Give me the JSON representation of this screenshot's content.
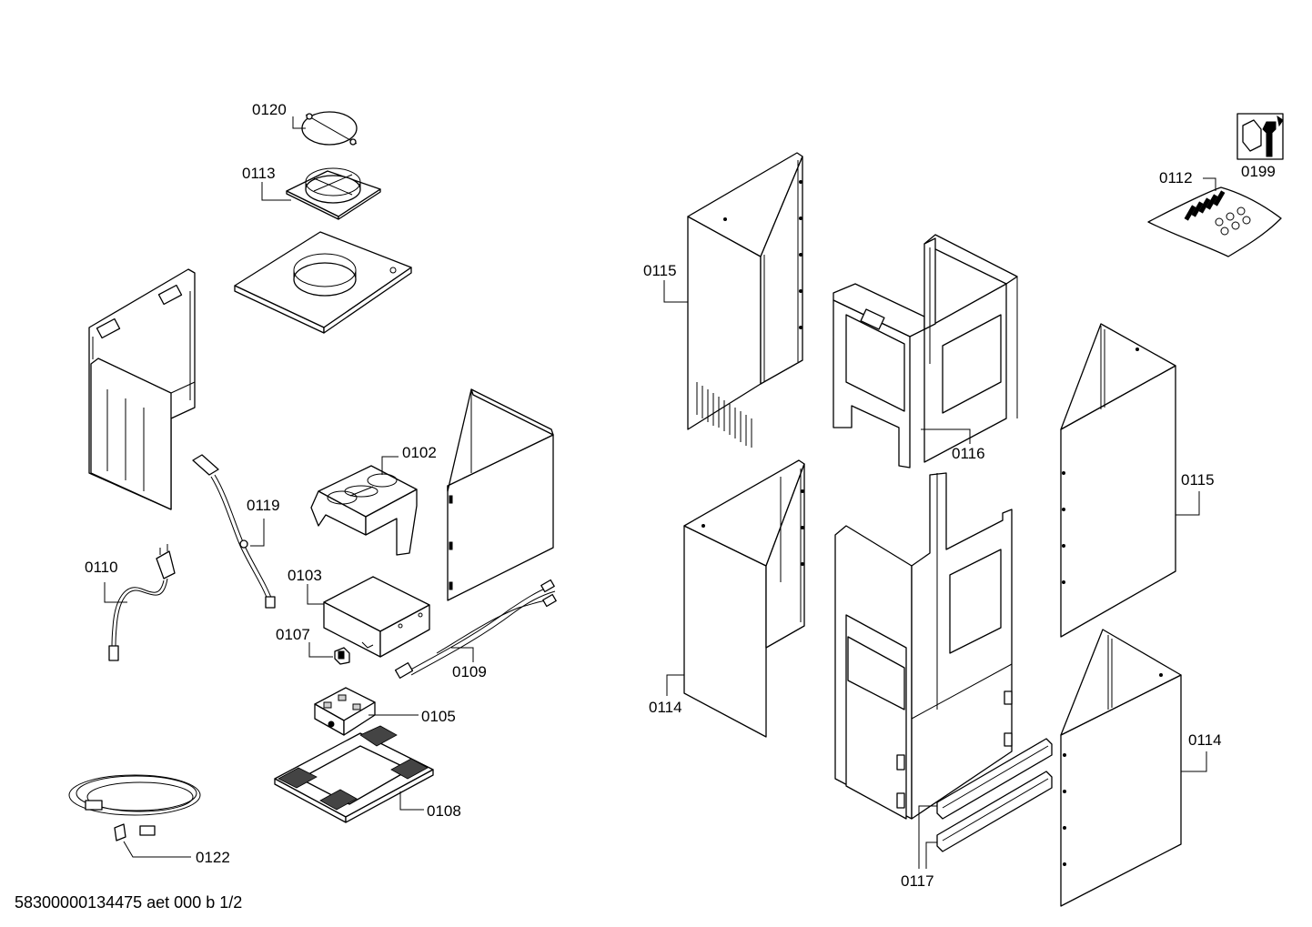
{
  "part_labels": {
    "p0120": "0120",
    "p0113": "0113",
    "p0102": "0102",
    "p0119": "0119",
    "p0110": "0110",
    "p0103": "0103",
    "p0107": "0107",
    "p0109": "0109",
    "p0105": "0105",
    "p0108": "0108",
    "p0122": "0122",
    "p0115_left": "0115",
    "p0114_left": "0114",
    "p0116": "0116",
    "p0117": "0117",
    "p0115_right": "0115",
    "p0114_right": "0114",
    "p0112": "0112",
    "p0199": "0199"
  },
  "footer": {
    "document_code": "58300000134475 aet 000 b 1/2"
  }
}
